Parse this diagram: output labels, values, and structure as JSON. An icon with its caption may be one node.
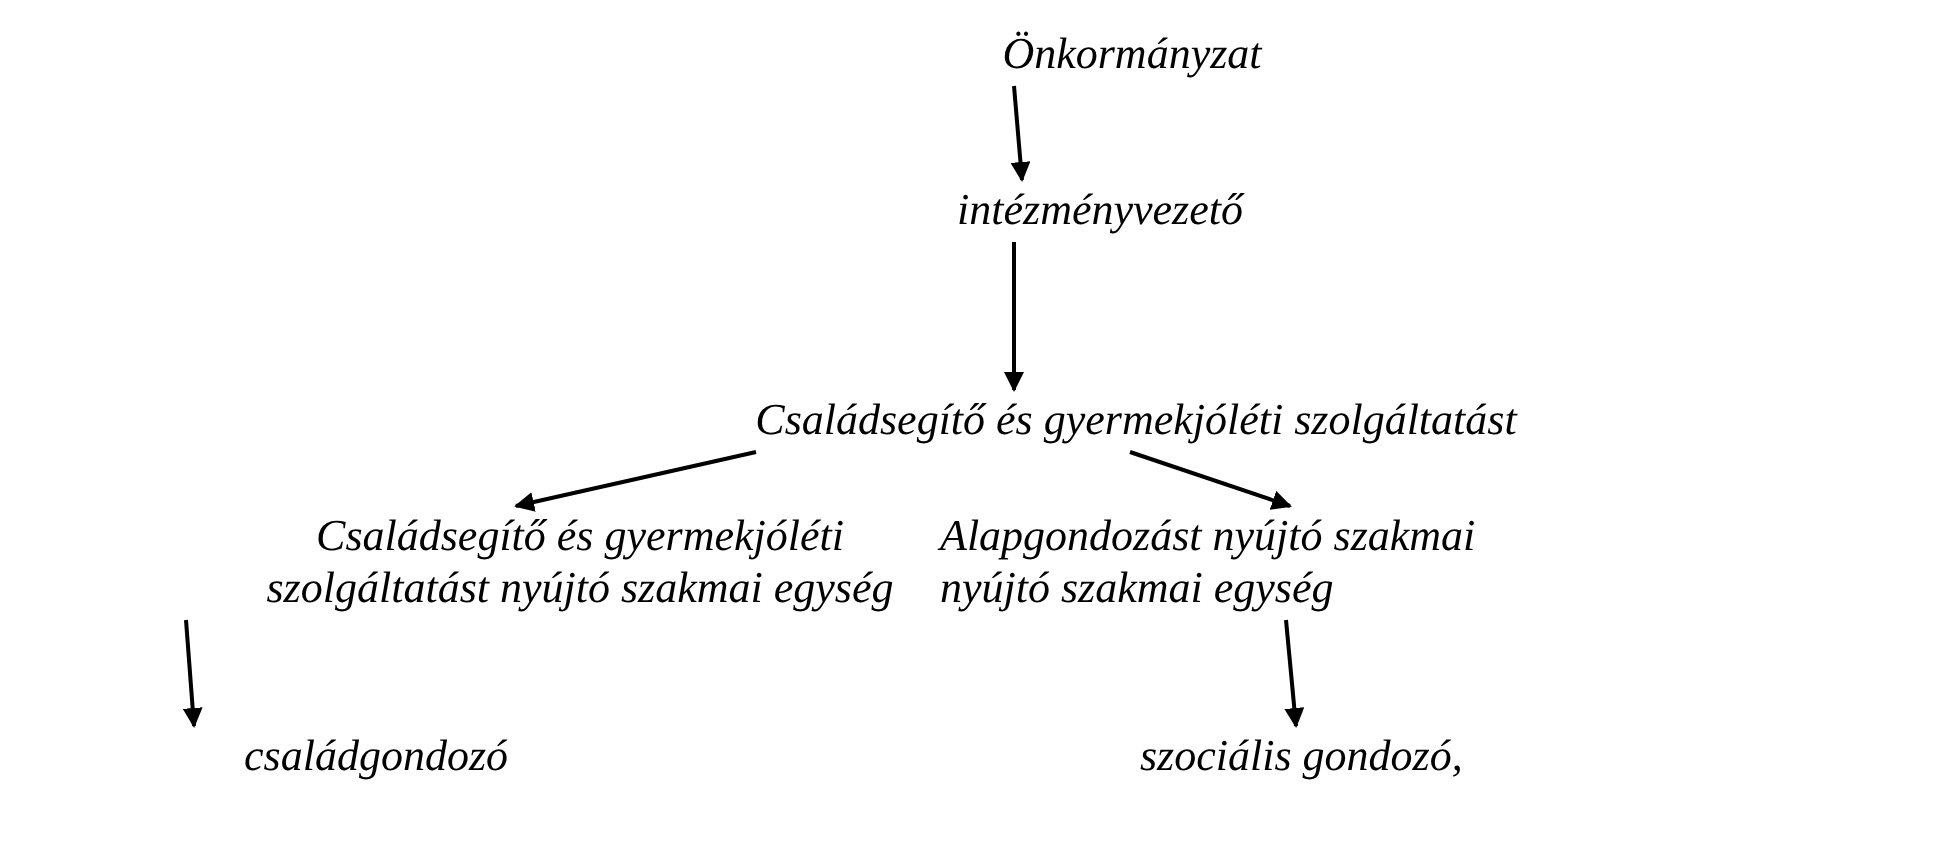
{
  "diagram": {
    "nodes": [
      {
        "text": [
          "Önkormányzat"
        ]
      },
      {
        "text": [
          "intézményvezető"
        ]
      },
      {
        "text": [
          "Családsegítő és gyermekjóléti szolgáltatást"
        ]
      },
      {
        "text": [
          "Családsegítő és gyermekjóléti szolgáltatást nyújtó szakmai egység"
        ]
      },
      {
        "text": [
          "Alapgondozást nyújtó szakmai nyújtó szakmai egység"
        ]
      },
      {
        "text": [
          "családgondozó"
        ]
      },
      {
        "text": [
          "szociális gondozó,"
        ]
      }
    ],
    "edges": [
      {
        "from": 0,
        "to": 1,
        "arrow": "to"
      },
      {
        "from": 1,
        "to": 2,
        "arrow": "to"
      },
      {
        "from": 2,
        "to": 3,
        "arrow": "to"
      },
      {
        "from": 2,
        "to": 4,
        "arrow": "to"
      },
      {
        "from": 3,
        "to": 5,
        "arrow": "to"
      },
      {
        "from": 4,
        "to": 6,
        "arrow": "to"
      }
    ]
  }
}
